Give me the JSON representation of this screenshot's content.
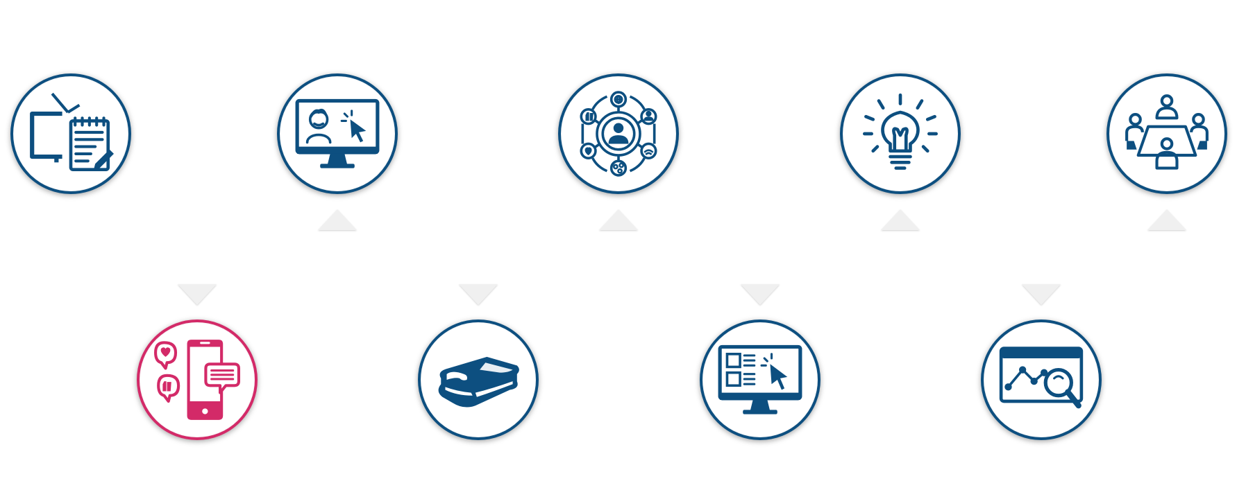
{
  "colors": {
    "primary": "#0d4f80",
    "accent": "#d32a68",
    "arrow": "#f0f0f0",
    "background": "#ffffff"
  },
  "nodes": [
    {
      "id": "n1",
      "icon": "tv-notepad-icon",
      "color": "primary"
    },
    {
      "id": "n2",
      "icon": "social-media-phone-icon",
      "color": "accent"
    },
    {
      "id": "n3",
      "icon": "monitor-video-user-icon",
      "color": "primary"
    },
    {
      "id": "n4",
      "icon": "sandwich-icon",
      "color": "primary"
    },
    {
      "id": "n5",
      "icon": "user-network-icon",
      "color": "primary"
    },
    {
      "id": "n6",
      "icon": "monitor-checklist-cursor-icon",
      "color": "primary"
    },
    {
      "id": "n7",
      "icon": "lightbulb-icon",
      "color": "primary"
    },
    {
      "id": "n8",
      "icon": "browser-analytics-search-icon",
      "color": "primary"
    },
    {
      "id": "n9",
      "icon": "team-meeting-table-icon",
      "color": "primary"
    }
  ]
}
